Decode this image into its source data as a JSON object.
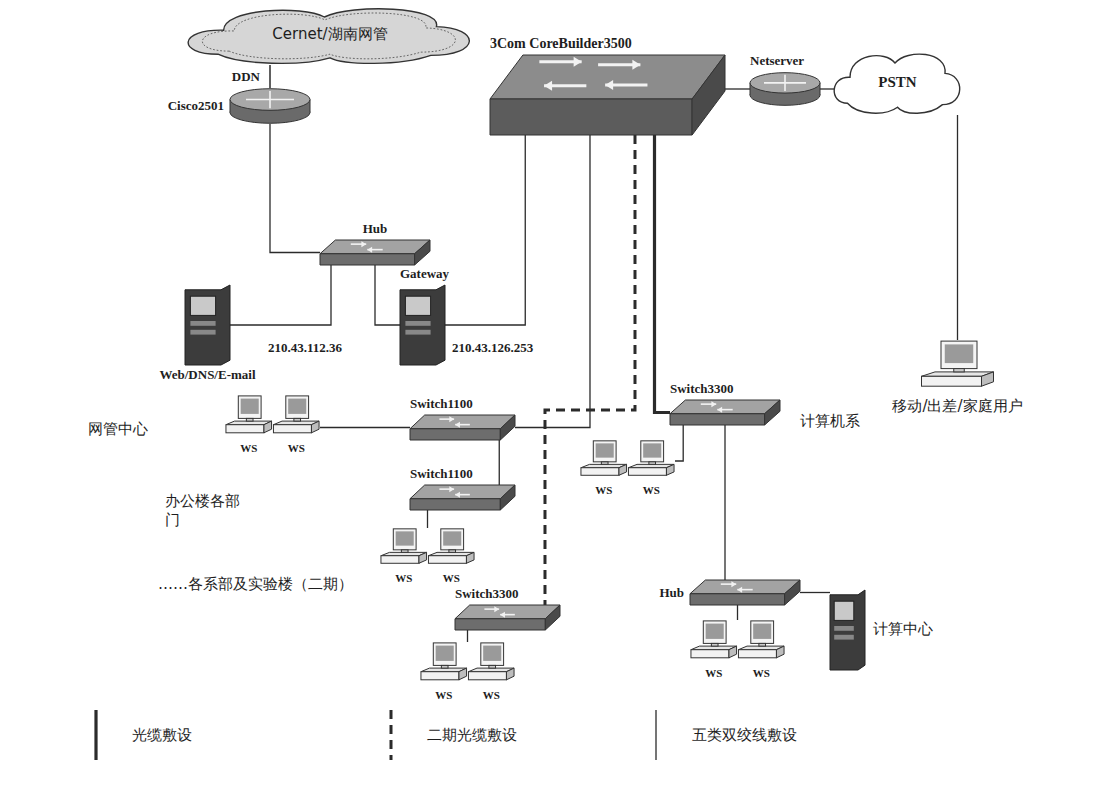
{
  "diagram": {
    "nodes": [
      {
        "text": [
          "Cernet/湖南网管"
        ]
      },
      {
        "text": [
          "Cisco2501"
        ]
      },
      {
        "text": [
          "Hub"
        ]
      },
      {
        "text": [
          "Web/DNS/E-mail"
        ]
      },
      {
        "text": [
          "Gateway"
        ]
      },
      {
        "text": [
          "3Com CoreBuilder3500"
        ]
      },
      {
        "text": [
          "Netserver"
        ]
      },
      {
        "text": [
          "PSTN"
        ]
      },
      {
        "text": [
          "移动/出差/家庭用户"
        ]
      },
      {
        "text": [
          "Switch1100"
        ]
      },
      {
        "text": [
          "WS",
          "WS"
        ]
      },
      {
        "text": [
          "Switch1100"
        ]
      },
      {
        "text": [
          "WS",
          "WS"
        ]
      },
      {
        "text": [
          "Switch3300"
        ]
      },
      {
        "text": [
          "WS",
          "WS"
        ]
      },
      {
        "text": [
          "Switch3300"
        ]
      },
      {
        "text": [
          "WS",
          "WS"
        ]
      },
      {
        "text": [
          "Hub"
        ]
      },
      {
        "text": [
          "WS",
          "WS"
        ]
      },
      {
        "text": [
          "计算中心"
        ]
      }
    ],
    "edges": [
      {
        "from": 0,
        "to": 1,
        "label": "DDN",
        "arrow": "none"
      },
      {
        "from": 1,
        "to": 2,
        "arrow": "none"
      },
      {
        "from": 2,
        "to": 3,
        "arrow": "none"
      },
      {
        "from": 2,
        "to": 4,
        "arrow": "none"
      },
      {
        "from": 4,
        "to": 5,
        "arrow": "none"
      },
      {
        "from": 5,
        "to": 6,
        "arrow": "none"
      },
      {
        "from": 6,
        "to": 7,
        "arrow": "none"
      },
      {
        "from": 7,
        "to": 8,
        "arrow": "none"
      },
      {
        "from": 5,
        "to": 9,
        "arrow": "none"
      },
      {
        "from": 9,
        "to": 10,
        "arrow": "none"
      },
      {
        "from": 9,
        "to": 11,
        "arrow": "none"
      },
      {
        "from": 11,
        "to": 12,
        "arrow": "none"
      },
      {
        "from": 5,
        "to": 13,
        "arrow": "none"
      },
      {
        "from": 13,
        "to": 14,
        "arrow": "none"
      },
      {
        "from": 5,
        "to": 15,
        "arrow": "none"
      },
      {
        "from": 15,
        "to": 16,
        "arrow": "none"
      },
      {
        "from": 15,
        "to": 17,
        "arrow": "none"
      },
      {
        "from": 17,
        "to": 18,
        "arrow": "none"
      },
      {
        "from": 17,
        "to": 19,
        "arrow": "none"
      }
    ],
    "labels": [
      "210.43.112.36",
      "210.43.126.253",
      "网管中心",
      "办公楼各部门",
      "……各系部及实验楼（二期）",
      "计算机系"
    ],
    "legend": [
      {
        "text": "光缆敷设"
      },
      {
        "text": "二期光缆敷设"
      },
      {
        "text": "五类双绞线敷设"
      }
    ]
  }
}
